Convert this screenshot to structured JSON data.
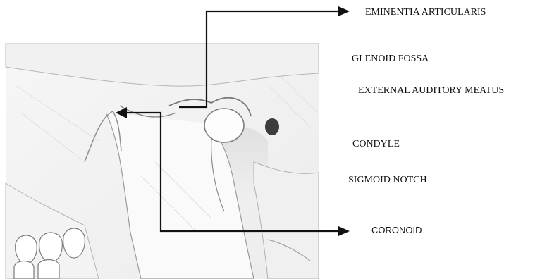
{
  "labels": {
    "eminentia": "EMINENTIA ARTICULARIS",
    "glenoid": "GLENOID FOSSA",
    "meatus": "EXTERNAL AUDITORY MEATUS",
    "condyle": "CONDYLE",
    "sigmoid": "SIGMOID NOTCH",
    "coronoid": "CORONOID"
  },
  "colors": {
    "line": "#111111",
    "sketch": "#9a9a9a",
    "shade": "#e2e2e2"
  }
}
